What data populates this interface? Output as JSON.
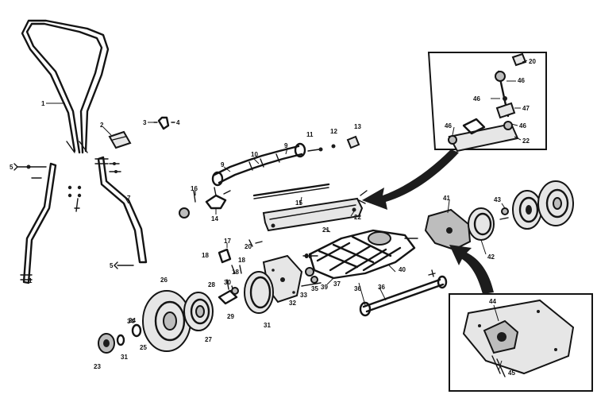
{
  "diagram": {
    "callouts": [
      {
        "id": "handle-upper",
        "text": "1"
      },
      {
        "id": "handle-lower-left",
        "text": "1"
      },
      {
        "id": "bracket-2",
        "text": "2"
      },
      {
        "id": "bolt-3",
        "text": "3"
      },
      {
        "id": "clip-4",
        "text": "4"
      },
      {
        "id": "bolt-left",
        "text": "5"
      },
      {
        "id": "handle-lower-right",
        "text": "7"
      },
      {
        "id": "roller-9",
        "text": "9"
      },
      {
        "id": "bolt-lower-right",
        "text": "5"
      },
      {
        "id": "roller-9b",
        "text": "9"
      },
      {
        "id": "sleeve-10",
        "text": "10"
      },
      {
        "id": "screw-11",
        "text": "11"
      },
      {
        "id": "nut-12",
        "text": "12"
      },
      {
        "id": "knob-13",
        "text": "13"
      },
      {
        "id": "clamp-14",
        "text": "14"
      },
      {
        "id": "rod-15",
        "text": "15"
      },
      {
        "id": "spring-16",
        "text": "16"
      },
      {
        "id": "lever-17",
        "text": "17"
      },
      {
        "id": "pin-18a",
        "text": "18"
      },
      {
        "id": "pin-18b",
        "text": "18"
      },
      {
        "id": "pin-18c",
        "text": "18"
      },
      {
        "id": "washer-20",
        "text": "20"
      },
      {
        "id": "bar-21",
        "text": "21"
      },
      {
        "id": "bar-22",
        "text": "22"
      },
      {
        "id": "cap-23",
        "text": "23"
      },
      {
        "id": "washer-24",
        "text": "24"
      },
      {
        "id": "wheel-25",
        "text": "25"
      },
      {
        "id": "tire-26",
        "text": "26"
      },
      {
        "id": "gear-27",
        "text": "27"
      },
      {
        "id": "pawl-28",
        "text": "28"
      },
      {
        "id": "spring-29",
        "text": "29"
      },
      {
        "id": "knob-30",
        "text": "30"
      },
      {
        "id": "ring-31",
        "text": "31"
      },
      {
        "id": "pinion-31b",
        "text": "31"
      },
      {
        "id": "plate-32",
        "text": "32"
      },
      {
        "id": "bushing-33",
        "text": "33"
      },
      {
        "id": "pin-34",
        "text": "34"
      },
      {
        "id": "nut-35",
        "text": "35"
      },
      {
        "id": "shaft-36",
        "text": "36"
      },
      {
        "id": "reel-37",
        "text": "37"
      },
      {
        "id": "washer-38",
        "text": "38"
      },
      {
        "id": "bolt-39",
        "text": "39"
      },
      {
        "id": "washer-40",
        "text": "40"
      },
      {
        "id": "cover-41",
        "text": "41"
      },
      {
        "id": "ring-42",
        "text": "42"
      },
      {
        "id": "screw-43",
        "text": "43"
      },
      {
        "id": "inset-top-20",
        "text": "20"
      },
      {
        "id": "inset-top-46a",
        "text": "46"
      },
      {
        "id": "inset-top-46b",
        "text": "46"
      },
      {
        "id": "inset-top-47",
        "text": "47"
      },
      {
        "id": "inset-top-46c",
        "text": "46"
      },
      {
        "id": "inset-top-46d",
        "text": "46"
      },
      {
        "id": "inset-top-22",
        "text": "22"
      },
      {
        "id": "inset-bottom-44",
        "text": "44"
      },
      {
        "id": "inset-bottom-45",
        "text": "45"
      },
      {
        "id": "shaft-36b",
        "text": "36"
      }
    ]
  }
}
